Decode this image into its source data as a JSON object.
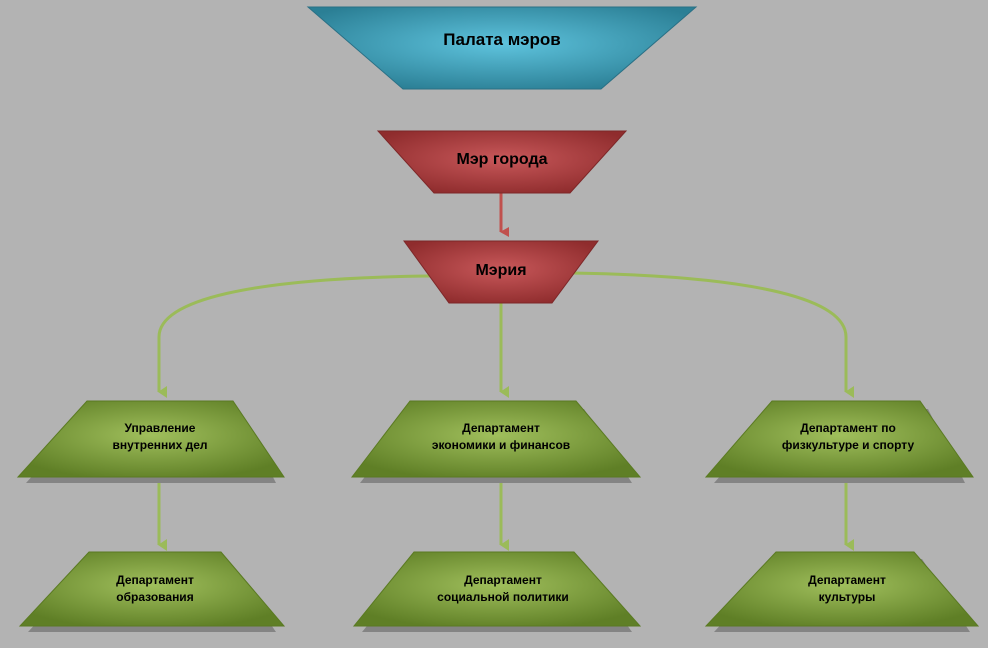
{
  "nodes": {
    "council": "Палата мэров",
    "mayor": "Мэр города",
    "city_hall": "Мэрия",
    "internal_affairs": "Управление\nвнутренних дел",
    "economy_finance": "Департамент\nэкономики и финансов",
    "sport": "Департамент по\nфизкультуре и спорту",
    "education": "Департамент\nобразования",
    "social_policy": "Департамент\nсоциальной политики",
    "culture": "Департамент\nкультуры"
  },
  "colors": {
    "council": "#3e9fb8",
    "mayor": "#a8393a",
    "departments": "#779b34",
    "connector_red": "#c0504d",
    "connector_green": "#9bbb59",
    "background": "#b3b3b3"
  }
}
